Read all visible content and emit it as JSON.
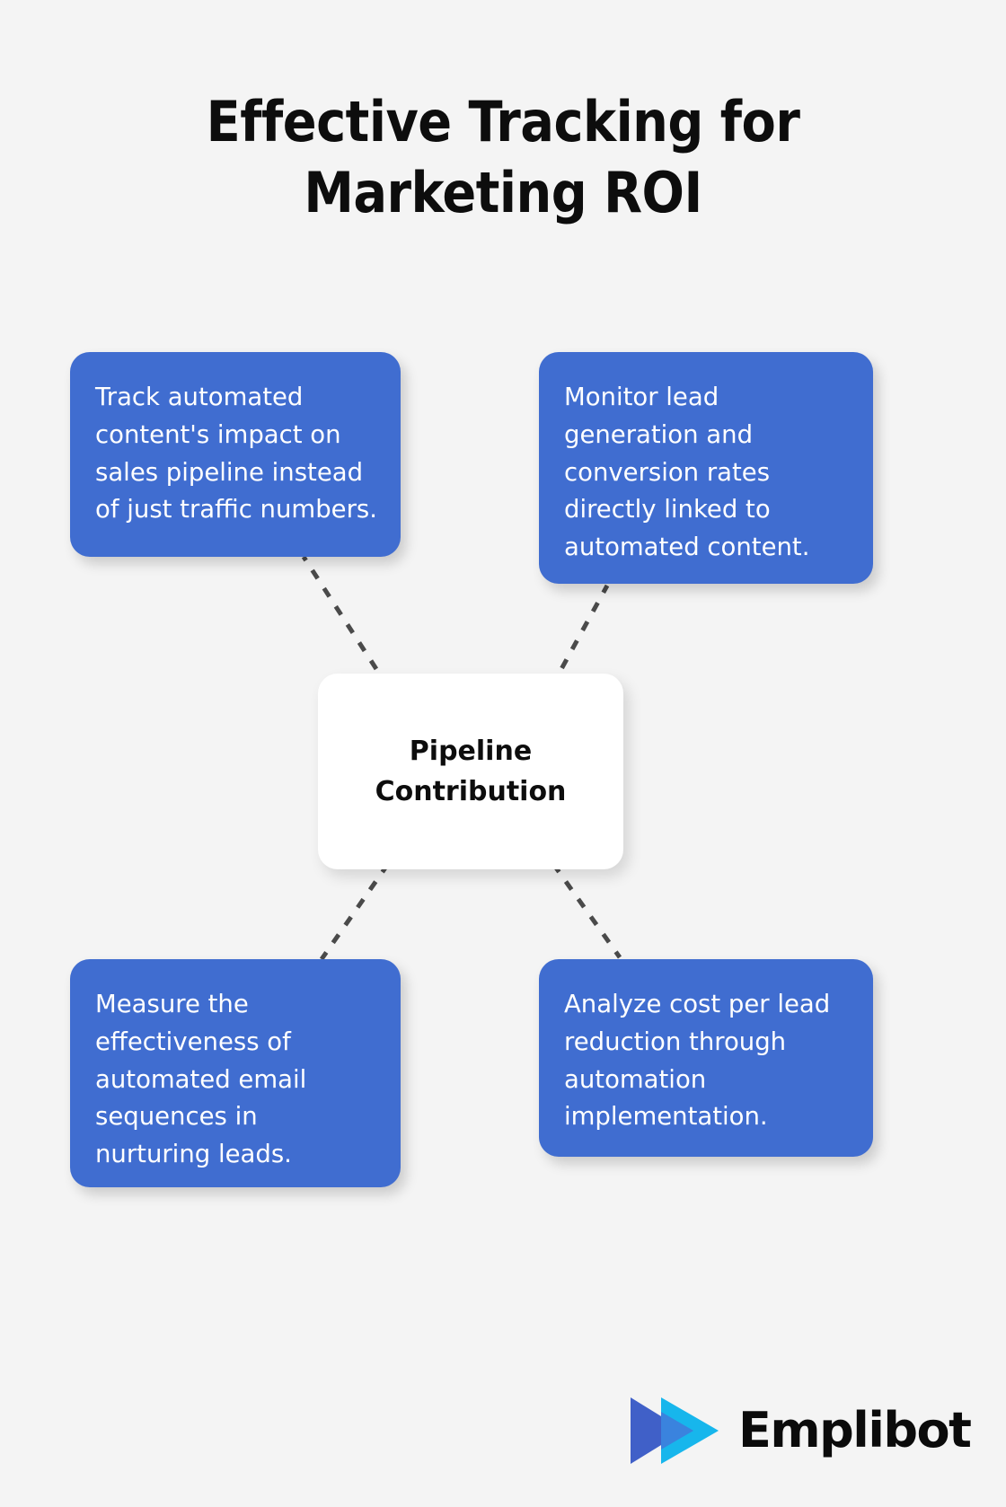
{
  "page": {
    "background_color": "#f4f4f4",
    "title": "Effective Tracking for\nMarketing ROI"
  },
  "theme": {
    "card_blue": "#406dd0",
    "center_card_bg": "#ffffff",
    "connector_color": "#4a4a4a",
    "text_on_card": "#ffffff",
    "heading_color": "#0d0d0d",
    "logo_triangle_indigo": "#4060c8",
    "logo_triangle_cyan": "#17b6ec"
  },
  "center_node": {
    "label": "Pipeline\nContribution"
  },
  "cards": [
    {
      "id": "card-tl",
      "position": "top-left",
      "text": "Track automated content's impact on sales pipeline instead of just traffic numbers."
    },
    {
      "id": "card-tr",
      "position": "top-right",
      "text": "Monitor lead generation and conversion rates directly linked to automated content."
    },
    {
      "id": "card-bl",
      "position": "bottom-left",
      "text": "Measure the effectiveness of automated email sequences in nurturing leads."
    },
    {
      "id": "card-br",
      "position": "bottom-right",
      "text": "Analyze cost per lead reduction through automation implementation."
    }
  ],
  "connectors": [
    {
      "from": "center_node",
      "to": "card-tl",
      "style": "dashed"
    },
    {
      "from": "center_node",
      "to": "card-tr",
      "style": "dashed"
    },
    {
      "from": "center_node",
      "to": "card-bl",
      "style": "dashed"
    },
    {
      "from": "center_node",
      "to": "card-br",
      "style": "dashed"
    }
  ],
  "logo": {
    "wordmark": "Emplibot",
    "mark": "double-play-triangle"
  }
}
